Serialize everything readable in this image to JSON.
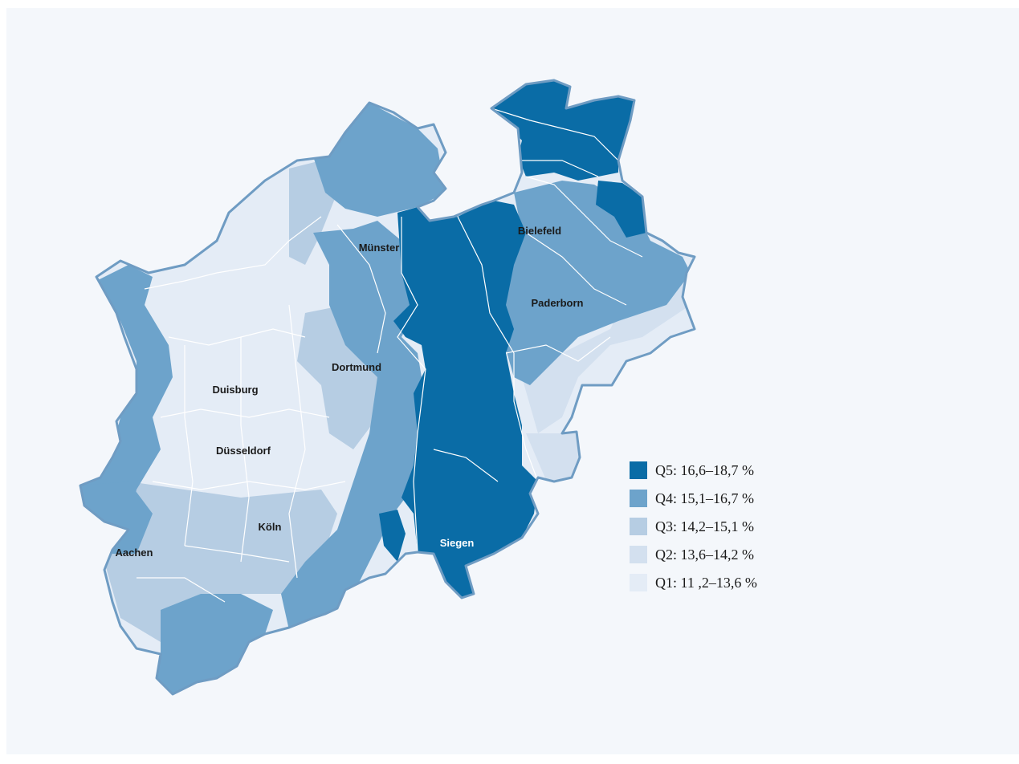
{
  "map": {
    "cities": [
      {
        "id": "bielefeld",
        "name": "Bielefeld",
        "tone": "dark"
      },
      {
        "id": "muenster",
        "name": "Münster",
        "tone": "dark"
      },
      {
        "id": "paderborn",
        "name": "Paderborn",
        "tone": "dark"
      },
      {
        "id": "dortmund",
        "name": "Dortmund",
        "tone": "dark"
      },
      {
        "id": "duisburg",
        "name": "Duisburg",
        "tone": "dark"
      },
      {
        "id": "duesseldorf",
        "name": "Düsseldorf",
        "tone": "dark"
      },
      {
        "id": "koeln",
        "name": "Köln",
        "tone": "dark"
      },
      {
        "id": "aachen",
        "name": "Aachen",
        "tone": "dark"
      },
      {
        "id": "siegen",
        "name": "Siegen",
        "tone": "light"
      }
    ],
    "colors": {
      "q5": "#0a6ca6",
      "q4": "#6da3cb",
      "q3": "#b6cde3",
      "q2": "#d3e0ef",
      "q1": "#e4ecf6",
      "border": "#6f9cc3",
      "inner_border": "#ffffff"
    }
  },
  "legend": {
    "items": [
      {
        "class": "Q5",
        "label": "Q5: 16,6–18,7 %",
        "color": "#0a6ca6"
      },
      {
        "class": "Q4",
        "label": "Q4: 15,1–16,7 %",
        "color": "#6da3cb"
      },
      {
        "class": "Q3",
        "label": "Q3: 14,2–15,1 %",
        "color": "#b6cde3"
      },
      {
        "class": "Q2",
        "label": "Q2: 13,6–14,2 %",
        "color": "#d3e0ef"
      },
      {
        "class": "Q1",
        "label": "Q1: 11 ,2–13,6 %",
        "color": "#e4ecf6"
      }
    ]
  }
}
